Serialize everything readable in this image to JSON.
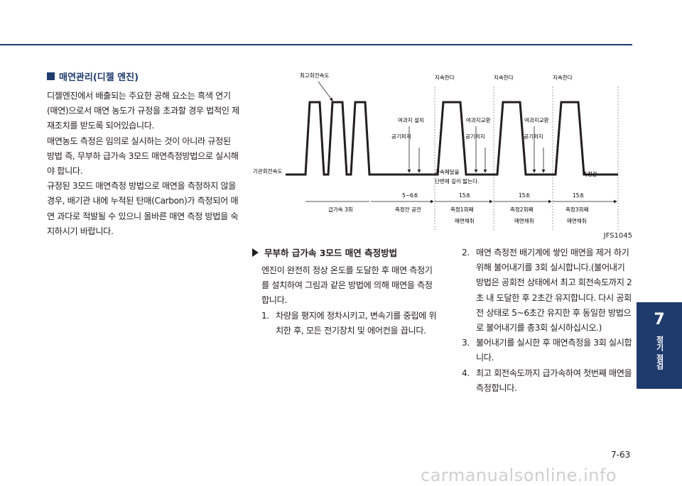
{
  "left": {
    "title": "매연관리(디젤 엔진)",
    "paragraphs": [
      "디젤엔진에서 배출되는 주요한 공해 요소는 흑색 연기(매연)으로서 매연 농도가 규정을 초과할 경우 법적인 제재조치를 받도록 되어있습니다.",
      "매연농도 측정은 임의로 실시하는 것이 아니라 규정된 방법 즉, 무부하 급가속 3모드 매연측정방법으로 실시해야 합니다.",
      "규정된 3모드 매연측정 방법으로 매연을 측정하지 않을 경우, 배기관 내에 누적된 탄매(Carbon)가 측정되어 매연 과다로 적발될 수 있으니 올바른 매연 측정 방법을 숙지하시기 바랍니다."
    ]
  },
  "diagram": {
    "max_speed": "최고회전속도",
    "idle_speed": "기관회전속도",
    "hold1": "지속한다",
    "hold2": "지속한다",
    "hold3": "지속한다",
    "probe_install": "여과지 설치",
    "probe_change1": "여과지교환",
    "probe_change2": "여과지교환",
    "air_blow1": "공기퍼지",
    "air_blow2": "공기퍼지",
    "air_blow3": "공기퍼지",
    "pedal_note_1": "가속페달을",
    "pedal_note_2": "단번에 깊이 밟는다.",
    "measure_end": "측정끝",
    "t_56": "5~6초",
    "t_15a": "15초",
    "t_15b": "15초",
    "t_15c": "15초",
    "accel3": "급가속 3회",
    "pre_idle": "측정전 공전",
    "meas1": "측정1회째",
    "meas2": "측정2회째",
    "meas3": "측정3회째",
    "smoke1": "매연채취",
    "smoke2": "매연채취",
    "smoke3": "매연채취",
    "figure_id": "JFS1045"
  },
  "middle": {
    "title": "무부하 급가속 3모드 매연 측정방법",
    "intro": "엔진이 완전히 정상 온도를 도달한 후 매연 측정기를 설치하여 그림과 같은 방법에 의해 매연을 측정합니다.",
    "step1_num": "1.",
    "step1": "차량을 평지에 정차시키고, 변속기를 중립에 위치한 후, 모든 전기장치 및 에어컨을 끕니다."
  },
  "right": {
    "step2_num": "2.",
    "step2": "매연 측정전 배기계에 쌓인 매연을 제거 하기 위해 불어내기를 3회 실시합니다.(불어내기 방법은 공회전 상태에서 최고 회전속도까지 2초 내 도달한 후 2초간 유지합니다. 다시 공회전 상태로 5~6초간 유지한 후 동일한 방법으로 불어내기를 총3회 실시하십시오.)",
    "step3_num": "3.",
    "step3": "불어내기를 실시한 후 매연측정을 3회 실시합니다.",
    "step4_num": "4.",
    "step4": "최고 회전속도까지 급가속하여 첫번째 매연을 측정합니다."
  },
  "side": {
    "chapter": "7",
    "label": "정기 점검"
  },
  "footer": {
    "page": "7-63",
    "watermark": "carmanualsonline.info"
  },
  "colors": {
    "accent": "#1f3b6e"
  }
}
